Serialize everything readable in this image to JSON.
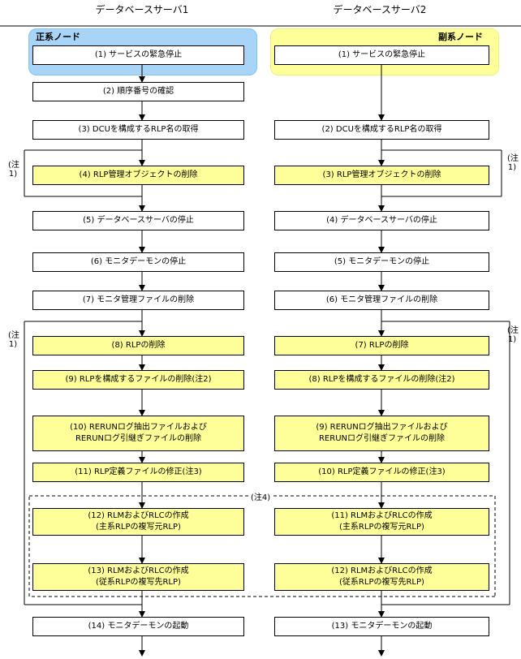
{
  "columns": {
    "left_title": "データベースサーバ1",
    "right_title": "データベースサーバ2"
  },
  "nodes": {
    "primary": "正系ノード",
    "secondary": "副系ノード"
  },
  "colors": {
    "primary_node_bg": "#a8d4f8",
    "primary_node_border": "#88c0f0",
    "secondary_node_bg": "#ffff99",
    "secondary_node_border": "#f0f080",
    "step_highlight": "#ffff99"
  },
  "left_steps": [
    "(1) サービスの緊急停止",
    "(2) 順序番号の確認",
    "(3) DCUを構成するRLP名の取得",
    "(4) RLP管理オブジェクトの削除",
    "(5) データベースサーバの停止",
    "(6) モニタデーモンの停止",
    "(7) モニタ管理ファイルの削除",
    "(8) RLPの削除",
    "(9) RLPを構成するファイルの削除(注2)",
    "(10) RERUNログ抽出ファイルおよび\nRERUNログ引継ぎファイルの削除",
    "(11) RLP定義ファイルの修正(注3)",
    "(12) RLMおよびRLCの作成\n(主系RLPの複写元RLP)",
    "(13) RLMおよびRLCの作成\n(従系RLPの複写先RLP)",
    "(14) モニタデーモンの起動"
  ],
  "right_steps": [
    "(1) サービスの緊急停止",
    "(2) DCUを構成するRLP名の取得",
    "(3) RLP管理オブジェクトの削除",
    "(4) データベースサーバの停止",
    "(5) モニタデーモンの停止",
    "(6) モニタ管理ファイルの削除",
    "(7) RLPの削除",
    "(8) RLPを構成するファイルの削除(注2)",
    "(9) RERUNログ抽出ファイルおよび\nRERUNログ引継ぎファイルの削除",
    "(10) RLP定義ファイルの修正(注3)",
    "(11) RLMおよびRLCの作成\n(主系RLPの複写元RLP)",
    "(12) RLMおよびRLCの作成\n(従系RLPの複写先RLP)",
    "(13) モニタデーモンの起動"
  ],
  "notes": {
    "loop_note": "(注1)",
    "group_note": "(注4)"
  }
}
